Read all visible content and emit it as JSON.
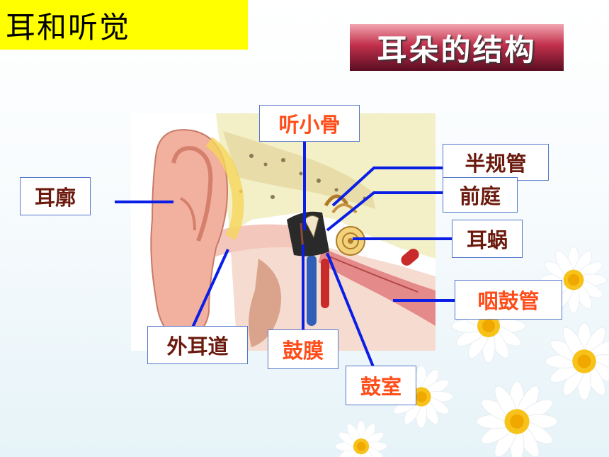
{
  "slide": {
    "title": "耳和听觉",
    "subtitle": "耳朵的结构"
  },
  "labels": {
    "auricle": "耳廓",
    "ossicles": "听小骨",
    "semicircular_canals": "半规管",
    "vestibule": "前庭",
    "cochlea": "耳蜗",
    "eustachian_tube": "咽鼓管",
    "ear_canal": "外耳道",
    "eardrum": "鼓膜",
    "tympanic_cavity": "鼓室"
  },
  "colors": {
    "title_bg": "#ffff00",
    "leader_line": "#0a1ee6",
    "label_dark": "#6b1a0d",
    "label_orange": "#ff4d1a"
  }
}
